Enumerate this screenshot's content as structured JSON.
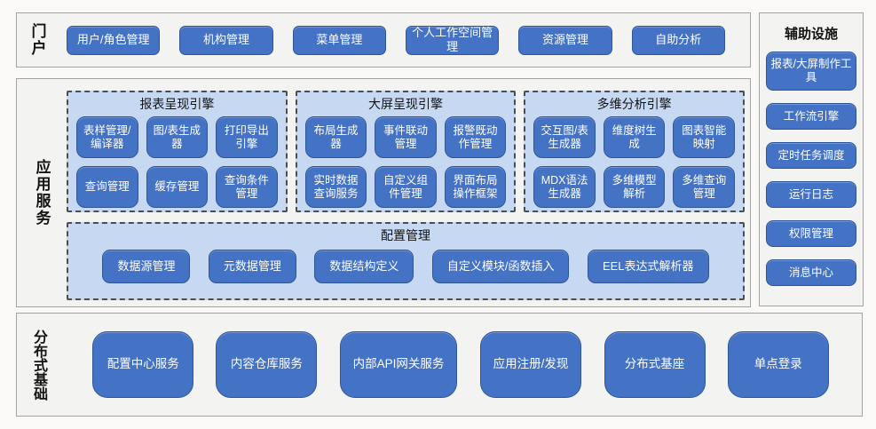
{
  "colors": {
    "button_fill": "#4472C4",
    "button_border": "#2F5597",
    "button_text": "#FFFFFF",
    "group_fill": "#C7D8F2",
    "group_border_dashed": "#4D4D4D",
    "section_fill": "#F3F3F1",
    "section_border": "#A3A3A3",
    "label_text": "#141414"
  },
  "sections": {
    "portal": {
      "label": "门户",
      "buttons": [
        "用户/角色管理",
        "机构管理",
        "菜单管理",
        "个人工作空间管理",
        "资源管理",
        "自助分析"
      ]
    },
    "app_services": {
      "label": "应用服务",
      "engine_groups": [
        {
          "title": "报表呈现引擎",
          "buttons": [
            "表样管理/编译器",
            "图/表生成器",
            "打印导出引擎",
            "查询管理",
            "缓存管理",
            "查询条件管理"
          ]
        },
        {
          "title": "大屏呈现引擎",
          "buttons": [
            "布局生成器",
            "事件联动管理",
            "报警既动作管理",
            "实时数据查询服务",
            "自定义组件管理",
            "界面布局操作框架"
          ]
        },
        {
          "title": "多维分析引擎",
          "buttons": [
            "交互图/表生成器",
            "维度树生成",
            "图表智能映射",
            "MDX语法生成器",
            "多维模型解析",
            "多维查询管理"
          ]
        }
      ],
      "config_group": {
        "title": "配置管理",
        "buttons": [
          "数据源管理",
          "元数据管理",
          "数据结构定义",
          "自定义模块/函数插入",
          "EEL表达式解析器"
        ]
      }
    },
    "auxiliary": {
      "label": "辅助设施",
      "buttons": [
        "报表/大屏制作工具",
        "工作流引擎",
        "定时任务调度",
        "运行日志",
        "权限管理",
        "消息中心"
      ]
    },
    "distributed": {
      "label": "分布式基础",
      "buttons": [
        "配置中心服务",
        "内容仓库服务",
        "内部API网关服务",
        "应用注册/发现",
        "分布式基座",
        "单点登录"
      ]
    }
  }
}
